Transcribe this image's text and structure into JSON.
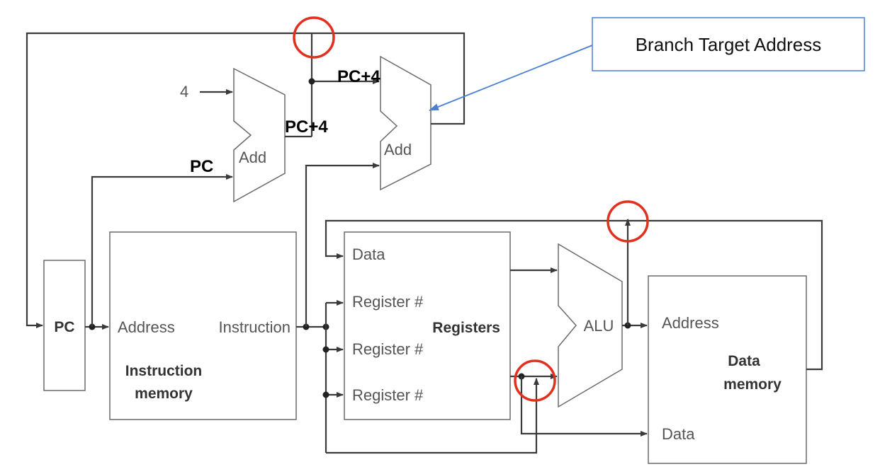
{
  "callout": {
    "text": "Branch Target Address",
    "border_color": "#4a7fd4",
    "arrow_color": "#4a7fd4"
  },
  "adder_top": {
    "input_const": "4",
    "name": "Add"
  },
  "adder_branch": {
    "name": "Add"
  },
  "signals": {
    "pc_in": "PC",
    "pc_plus4_out": "PC+4",
    "pc_plus4_branch": "PC+4"
  },
  "pc_register": {
    "label": "PC"
  },
  "instruction_memory": {
    "address_label": "Address",
    "instruction_label": "Instruction",
    "title_line1": "Instruction",
    "title_line2": "memory"
  },
  "registers": {
    "data_label": "Data",
    "reg1_label": "Register #",
    "reg2_label": "Register #",
    "reg3_label": "Register #",
    "title": "Registers"
  },
  "alu": {
    "label": "ALU"
  },
  "data_memory": {
    "address_label": "Address",
    "data_label": "Data",
    "title_line1": "Data",
    "title_line2": "memory"
  },
  "highlight_color": "#e0301e"
}
